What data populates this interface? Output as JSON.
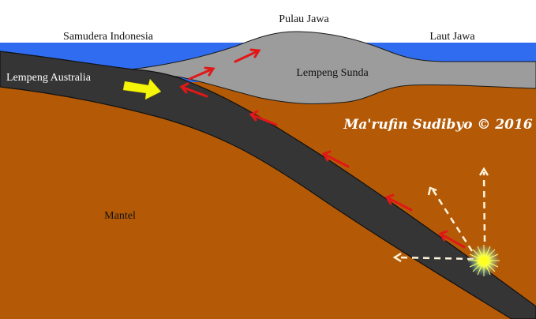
{
  "labels": {
    "island": "Pulau Jawa",
    "ocean": "Samudera Indonesia",
    "sea": "Laut Jawa",
    "subducting_plate": "Lempeng Australia",
    "overriding_plate": "Lempeng Sunda",
    "mantle": "Mantel"
  },
  "watermark": "Ma'rufin Sudibyo © 2016",
  "colors": {
    "sky": "#ffffff",
    "sea": "#2f6cf0",
    "sunda_plate": "#9c9c9c",
    "australia_plate": "#353535",
    "mantle": "#b45a06",
    "motion_arrow": "#e01818",
    "push_arrow": "#f5f50a",
    "wave_arrow": "#fff4dc"
  }
}
